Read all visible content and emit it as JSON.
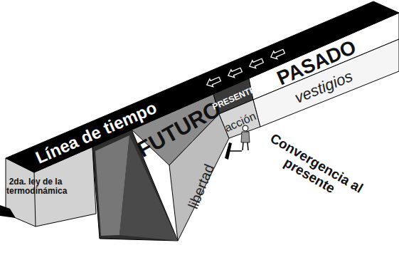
{
  "diagram": {
    "nodes": [
      {
        "text": [
          "Línea de tiempo"
        ]
      },
      {
        "text": [
          "2da. ley de la termodinámica"
        ]
      },
      {
        "text": [
          "FUTURO"
        ]
      },
      {
        "text": [
          "PRESENTE"
        ]
      },
      {
        "text": [
          "PASADO"
        ]
      },
      {
        "text": [
          "vestigios"
        ]
      },
      {
        "text": [
          "acción"
        ]
      },
      {
        "text": [
          "libertad"
        ]
      }
    ],
    "labels": [
      "Convergencia al presente"
    ]
  }
}
